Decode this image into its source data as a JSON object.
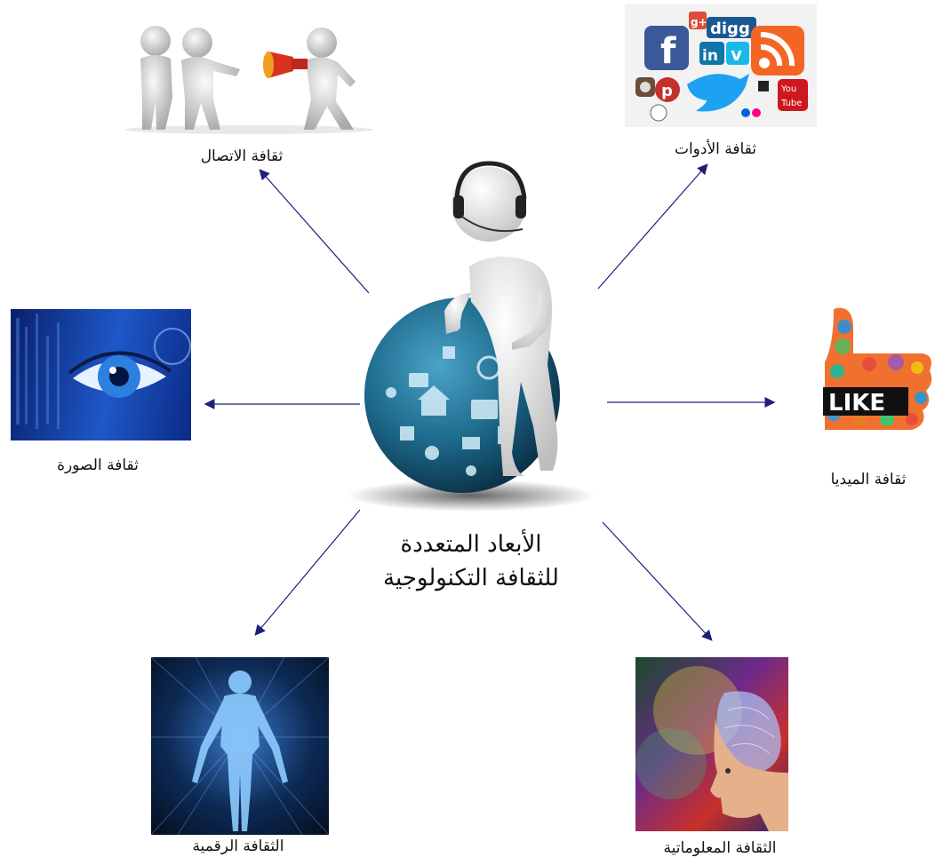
{
  "center": {
    "title_line1": "الأبعاد المتعددة",
    "title_line2": "للثقافة التكنولوجية"
  },
  "nodes": {
    "communication": "ثقافة الاتصال",
    "tools": "ثقافة الأدوات",
    "image": "ثقافة الصورة",
    "media": "ثقافة الميديا",
    "digital": "الثقافة الرقمية",
    "informational": "الثقافة المعلوماتية"
  },
  "logos": {
    "facebook": "f",
    "digg": "digg",
    "linkedin": "in",
    "vimeo": "v",
    "google": "g+",
    "youtube_top": "You",
    "youtube_bottom": "Tube",
    "like": "LIKE"
  },
  "colors": {
    "arrow": "#1f1f7a",
    "globe": "#1d6a8c",
    "eye_bg": "#0a2a7a",
    "digital_bg": "#0b1f3a",
    "brain_bg": "#2a1d10"
  }
}
